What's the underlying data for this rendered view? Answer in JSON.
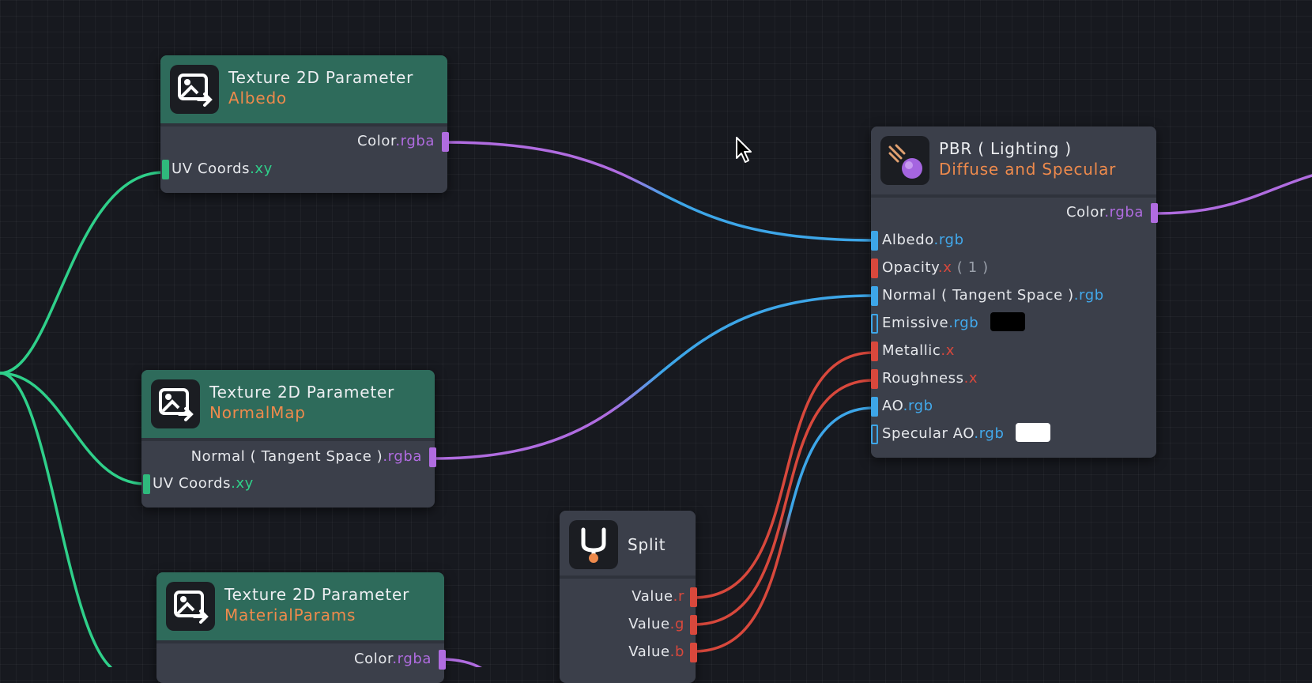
{
  "colors": {
    "canvas": "#17191f",
    "node_body": "#3b3f4a",
    "texture_header": "#2e6b5b",
    "subtitle": "#ee8a4c",
    "wire_purple": "#b06ce0",
    "wire_blue": "#3da6e8",
    "wire_green": "#2fd08a",
    "wire_red": "#d8483c"
  },
  "nodes": {
    "albedo": {
      "title": "Texture 2D Parameter",
      "subtitle": "Albedo",
      "icon": "image-arrow-icon",
      "output": {
        "name": "Color",
        "swizzle": ".rgba"
      },
      "input": {
        "name": "UV Coords",
        "swizzle": ".xy"
      }
    },
    "normalmap": {
      "title": "Texture 2D Parameter",
      "subtitle": "NormalMap",
      "icon": "image-arrow-icon",
      "output": {
        "name": "Normal ( Tangent Space )",
        "swizzle": ".rgba"
      },
      "input": {
        "name": "UV Coords",
        "swizzle": ".xy"
      }
    },
    "materialparams": {
      "title": "Texture 2D Parameter",
      "subtitle": "MaterialParams",
      "icon": "image-arrow-icon",
      "output": {
        "name": "Color",
        "swizzle": ".rgba"
      }
    },
    "split": {
      "title": "Split",
      "icon": "split-icon",
      "outputs": [
        {
          "name": "Value",
          "swizzle": ".r"
        },
        {
          "name": "Value",
          "swizzle": ".g"
        },
        {
          "name": "Value",
          "swizzle": ".b"
        }
      ]
    },
    "pbr": {
      "title": "PBR ( Lighting )",
      "subtitle": "Diffuse and Specular",
      "icon": "lighting-sphere-icon",
      "output": {
        "name": "Color",
        "swizzle": ".rgba"
      },
      "inputs": [
        {
          "name": "Albedo",
          "swizzle": ".rgb",
          "extra": ""
        },
        {
          "name": "Opacity",
          "swizzle": ".x",
          "extra": "( 1 )"
        },
        {
          "name": "Normal ( Tangent Space )",
          "swizzle": ".rgb",
          "extra": ""
        },
        {
          "name": "Emissive",
          "swizzle": ".rgb",
          "extra": ""
        },
        {
          "name": "Metallic",
          "swizzle": ".x",
          "extra": ""
        },
        {
          "name": "Roughness",
          "swizzle": ".x",
          "extra": ""
        },
        {
          "name": "AO",
          "swizzle": ".rgb",
          "extra": ""
        },
        {
          "name": "Specular AO",
          "swizzle": ".rgb",
          "extra": ""
        }
      ],
      "emissive_default": "#000000",
      "specular_ao_default": "#ffffff"
    }
  }
}
